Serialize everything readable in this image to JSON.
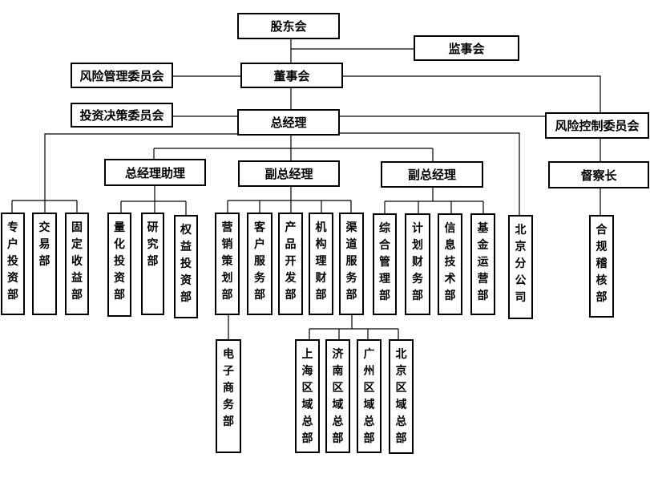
{
  "diagram": {
    "type": "org-chart",
    "nodes": [
      {
        "id": "shareholders",
        "label": "股东会",
        "parent": null
      },
      {
        "id": "supervisors",
        "label": "监事会",
        "parent": "shareholders"
      },
      {
        "id": "board",
        "label": "董事会",
        "parent": "shareholders"
      },
      {
        "id": "risk-mgmt-committee",
        "label": "风险管理委员会",
        "parent": "board"
      },
      {
        "id": "risk-control-committee",
        "label": "风险控制委员会",
        "parent": "board"
      },
      {
        "id": "general-manager",
        "label": "总经理",
        "parent": "board"
      },
      {
        "id": "investment-committee",
        "label": "投资决策委员会",
        "parent": "general-manager"
      },
      {
        "id": "gm-assistant",
        "label": "总经理助理",
        "parent": "general-manager"
      },
      {
        "id": "deputy-gm-1",
        "label": "副总经理",
        "parent": "general-manager"
      },
      {
        "id": "deputy-gm-2",
        "label": "副总经理",
        "parent": "general-manager"
      },
      {
        "id": "chief-inspector",
        "label": "督察长",
        "parent": "risk-control-committee"
      },
      {
        "id": "special-account-dept",
        "label": "专户投资部",
        "parent": "general-manager"
      },
      {
        "id": "trading-dept",
        "label": "交易部",
        "parent": "general-manager"
      },
      {
        "id": "fixed-income-dept",
        "label": "固定收益部",
        "parent": "general-manager"
      },
      {
        "id": "quant-dept",
        "label": "量化投资部",
        "parent": "gm-assistant"
      },
      {
        "id": "research-dept",
        "label": "研究部",
        "parent": "gm-assistant"
      },
      {
        "id": "equity-dept",
        "label": "权益投资部",
        "parent": "gm-assistant"
      },
      {
        "id": "marketing-dept",
        "label": "营销策划部",
        "parent": "deputy-gm-1"
      },
      {
        "id": "customer-service-dept",
        "label": "客户服务部",
        "parent": "deputy-gm-1"
      },
      {
        "id": "product-dev-dept",
        "label": "产品开发部",
        "parent": "deputy-gm-1"
      },
      {
        "id": "institutional-dept",
        "label": "机构理财部",
        "parent": "deputy-gm-1"
      },
      {
        "id": "channel-service-dept",
        "label": "渠道服务部",
        "parent": "deputy-gm-1"
      },
      {
        "id": "admin-dept",
        "label": "综合管理部",
        "parent": "deputy-gm-2"
      },
      {
        "id": "finance-dept",
        "label": "计划财务部",
        "parent": "deputy-gm-2"
      },
      {
        "id": "it-dept",
        "label": "信息技术部",
        "parent": "deputy-gm-2"
      },
      {
        "id": "fund-ops-dept",
        "label": "基金运营部",
        "parent": "deputy-gm-2"
      },
      {
        "id": "beijing-branch",
        "label": "北京分公司",
        "parent": "general-manager"
      },
      {
        "id": "compliance-dept",
        "label": "合规稽核部",
        "parent": "chief-inspector"
      },
      {
        "id": "ecommerce-dept",
        "label": "电子商务部",
        "parent": "marketing-dept"
      },
      {
        "id": "shanghai-hq",
        "label": "上海区域总部",
        "parent": "channel-service-dept"
      },
      {
        "id": "jinan-hq",
        "label": "济南区域总部",
        "parent": "channel-service-dept"
      },
      {
        "id": "guangzhou-hq",
        "label": "广州区域总部",
        "parent": "channel-service-dept"
      },
      {
        "id": "beijing-hq",
        "label": "北京区域总部",
        "parent": "channel-service-dept"
      }
    ]
  }
}
